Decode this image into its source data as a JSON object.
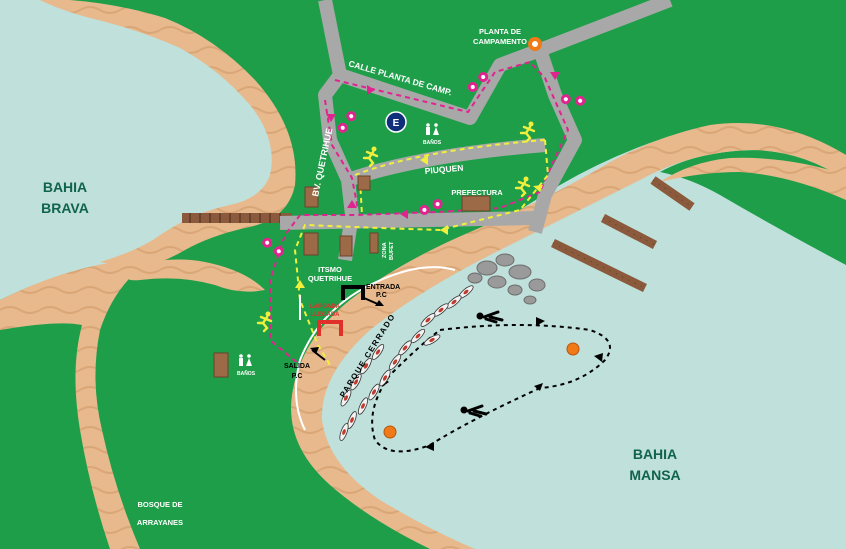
{
  "labels": {
    "bahia_brava_1": "BAHIA",
    "bahia_brava_2": "BRAVA",
    "bahia_mansa_1": "BAHIA",
    "bahia_mansa_2": "MANSA",
    "planta_1": "PLANTA DE",
    "planta_2": "CAMPAMENTO",
    "calle": "CALLE PLANTA DE CAMP.",
    "bv": "BV. QUETRIHUE",
    "piuquen": "PIUQUEN",
    "prefectura": "PREFECTURA",
    "banos_top": "BAÑOS",
    "banos_left": "BAÑOS",
    "zona_1": "ZONA",
    "zona_2": "BUFET",
    "itsmo_1": "ITSMO",
    "itsmo_2": "QUETRIHUE",
    "entrada_1": "ENTRADA",
    "entrada_2": "P.C",
    "largada_1": "LARGADA",
    "largada_2": "LLEGADA",
    "salida_1": "SALIDA",
    "salida_2": "P.C",
    "parque": "PARQUE CERRADO",
    "bosque_1": "BOSQUE DE",
    "bosque_2": "ARRAYANES",
    "parking": "E"
  },
  "colors": {
    "water": "#bfe0db",
    "land": "#1f9e4a",
    "sand": "#e8b98c",
    "road": "#a8a8a8",
    "route_magenta": "#e0248f",
    "route_yellow": "#f0f03c",
    "largada": "#e0302a",
    "buoy": "#f07a18"
  },
  "icons": [
    "bike-icon",
    "runner-icon",
    "swimmer-icon",
    "restroom-icon",
    "parking-icon",
    "buoy-icon",
    "kayak-icon"
  ]
}
